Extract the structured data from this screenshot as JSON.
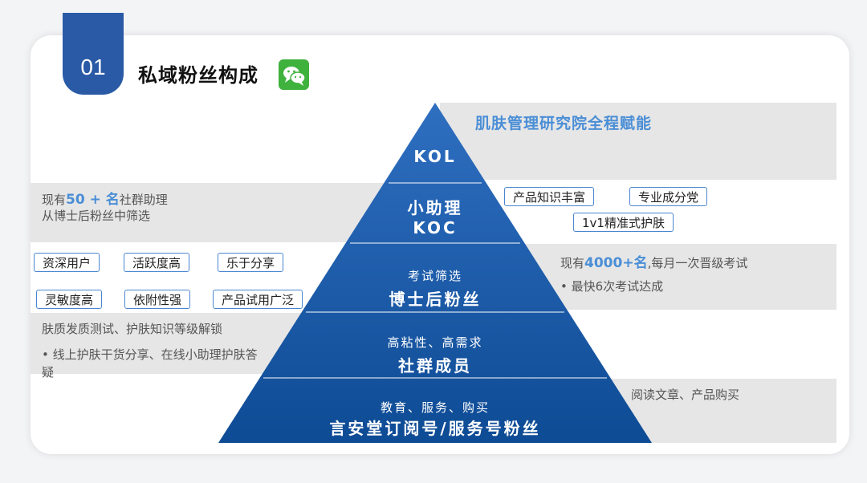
{
  "header": {
    "number": "01",
    "title": "私域粉丝构成",
    "icon": "wechat-icon"
  },
  "pyramid": {
    "top_note": "肌肤管理研究院全程赋能",
    "levels": [
      {
        "sub": "",
        "main": "KOL"
      },
      {
        "sub": "小助理",
        "main": "KOC"
      },
      {
        "sub": "考试筛选",
        "main": "博士后粉丝"
      },
      {
        "sub": "高粘性、高需求",
        "main": "社群成员"
      },
      {
        "sub": "教育、服务、购买",
        "main": "言安堂订阅号/服务号粉丝"
      }
    ]
  },
  "left": {
    "assistant": {
      "prefix": "现有",
      "highlight": "50 + 名",
      "suffix": "社群助理",
      "line2": "从博士后粉丝中筛选"
    },
    "tags": [
      "资深用户",
      "活跃度高",
      "乐于分享",
      "灵敏度高",
      "依附性强",
      "产品试用广泛"
    ],
    "member_line1": "肤质发质测试、护肤知识等级解锁",
    "member_bullet": "• 线上护肤干货分享、在线小助理护肤答",
    "member_bullet_cont": "疑"
  },
  "right": {
    "koc_tags": [
      "产品知识丰富",
      "专业成分党",
      "1v1精准式护肤"
    ],
    "postdoc": {
      "prefix": "现有",
      "highlight": "4000+名",
      "suffix": ",每月一次晋级考试",
      "bullet": "• 最快6次考试达成"
    },
    "base_note": "阅读文章、产品购买"
  },
  "colors": {
    "badge": "#2a5aa6",
    "pyramid_top": "#2f6fc0",
    "pyramid_bottom": "#0e4b95",
    "highlight": "#4a8ed6",
    "tag_border": "#4a86d0",
    "band": "#e6e6e6"
  }
}
